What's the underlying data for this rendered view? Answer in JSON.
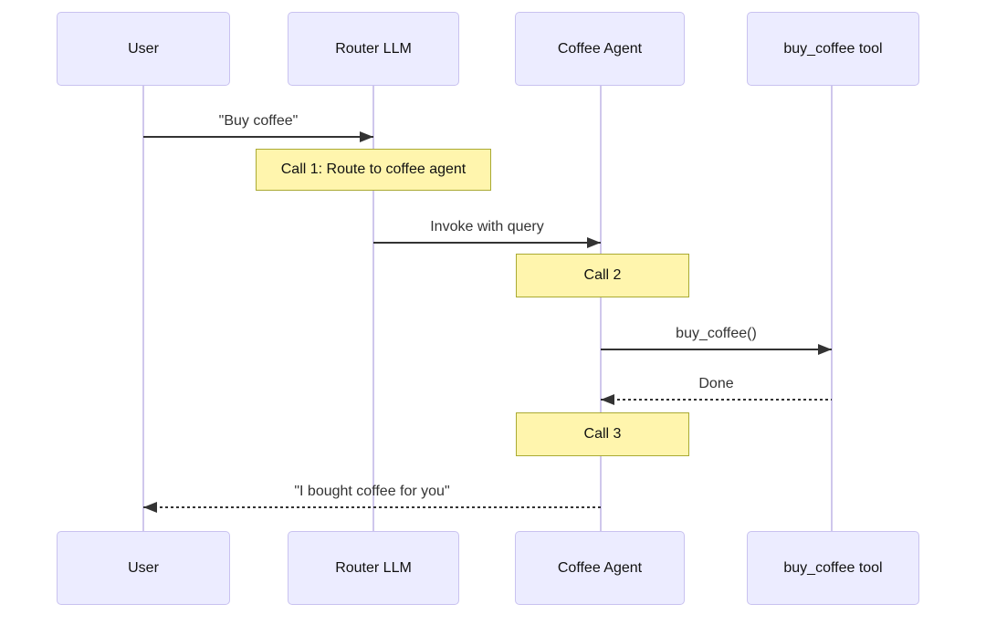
{
  "diagram": {
    "type": "sequence-diagram",
    "participants": [
      {
        "name": "User"
      },
      {
        "name": "Router LLM"
      },
      {
        "name": "Coffee Agent"
      },
      {
        "name": "buy_coffee tool"
      }
    ],
    "messages": [
      {
        "from": "User",
        "to": "Router LLM",
        "label": "\"Buy coffee\"",
        "style": "solid"
      },
      {
        "from": "Router LLM",
        "to": "Coffee Agent",
        "label": "Invoke with query",
        "style": "solid"
      },
      {
        "from": "Coffee Agent",
        "to": "buy_coffee tool",
        "label": "buy_coffee()",
        "style": "solid"
      },
      {
        "from": "buy_coffee tool",
        "to": "Coffee Agent",
        "label": "Done",
        "style": "dashed"
      },
      {
        "from": "Coffee Agent",
        "to": "User",
        "label": "\"I bought coffee for you\"",
        "style": "dashed"
      }
    ],
    "notes": [
      {
        "over": "Router LLM",
        "label": "Call 1: Route to coffee agent"
      },
      {
        "over": "Coffee Agent",
        "label": "Call 2"
      },
      {
        "over": "Coffee Agent",
        "label": "Call 3"
      }
    ],
    "colors": {
      "background": "#ffffff",
      "actor_fill": "#ececff",
      "actor_border": "#c9c2f0",
      "lifeline": "#cfc7ec",
      "note_fill": "#fff5ad",
      "note_border": "#aaaa33",
      "arrow": "#333333",
      "text": "#333333"
    }
  }
}
